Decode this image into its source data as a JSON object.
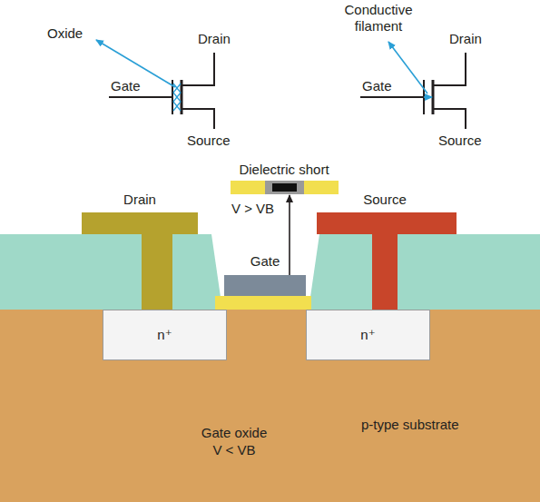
{
  "diagram": {
    "nodes": [
      {
        "text": [
          "Dielectric short",
          "V > VB"
        ]
      },
      {
        "text": [
          "Drain"
        ]
      },
      {
        "text": [
          "Source"
        ]
      },
      {
        "text": [
          "Gate"
        ]
      },
      {
        "text": [
          "p-type substrate"
        ]
      },
      {
        "text": [
          "n⁺"
        ],
        "in": 4
      },
      {
        "text": [
          "n⁺"
        ],
        "in": 4
      }
    ],
    "edges": [
      {
        "from": 3,
        "to": 0,
        "arrow": "to"
      }
    ],
    "labels": [
      "Oxide",
      "Drain",
      "Gate",
      "Source",
      "Conductive filament",
      "Drain",
      "Gate",
      "Source",
      "Gate oxide",
      "V < VB"
    ]
  }
}
